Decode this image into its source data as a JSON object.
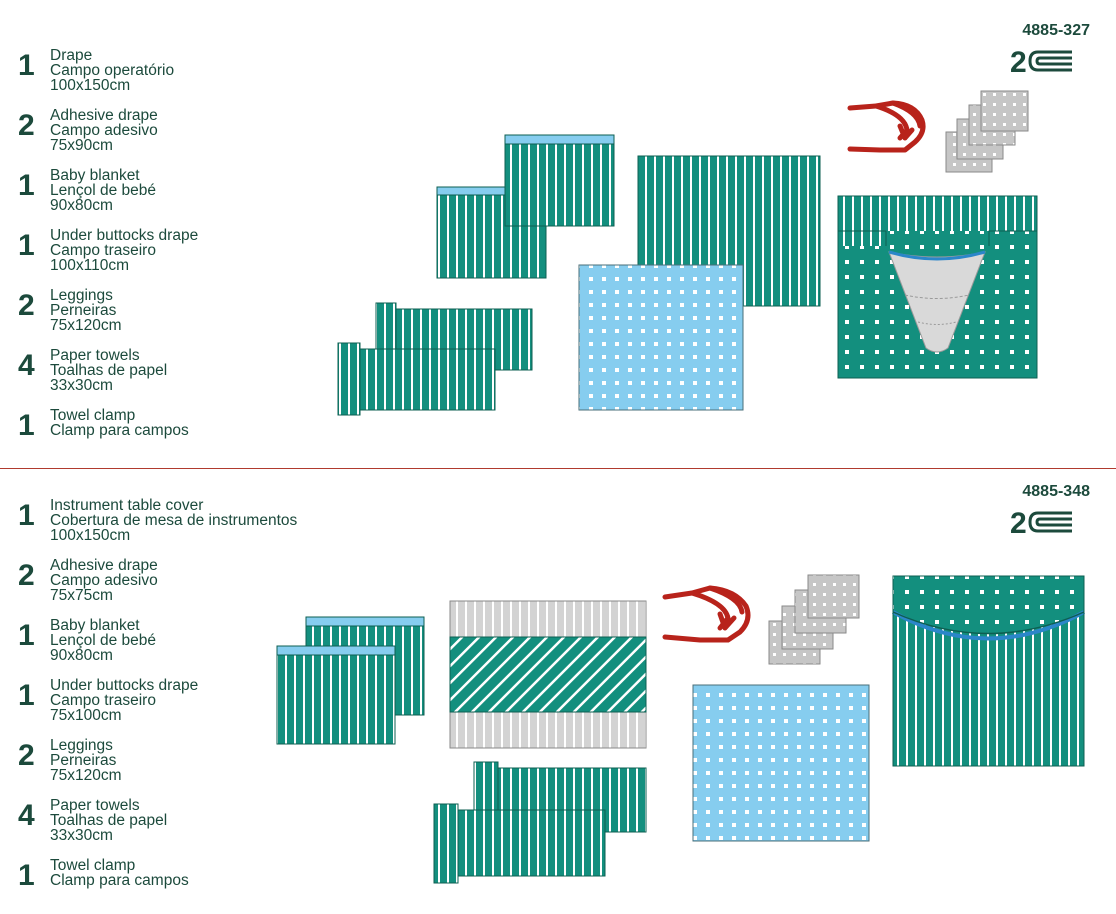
{
  "kit_a": {
    "code": "4885-327",
    "items": [
      {
        "qty": "1",
        "lines": [
          "Drape",
          "Campo operatório",
          "100x150cm"
        ]
      },
      {
        "qty": "2",
        "lines": [
          "Adhesive drape",
          "Campo adesivo",
          "75x90cm"
        ]
      },
      {
        "qty": "1",
        "lines": [
          "Baby blanket",
          "Lençol de bebé",
          "90x80cm"
        ]
      },
      {
        "qty": "1",
        "lines": [
          "Under buttocks drape",
          "Campo traseiro",
          "100x110cm"
        ]
      },
      {
        "qty": "2",
        "lines": [
          "Leggings",
          "Perneiras",
          "75x120cm"
        ]
      },
      {
        "qty": "4",
        "lines": [
          "Paper towels",
          "Toalhas de papel",
          "33x30cm"
        ]
      },
      {
        "qty": "1",
        "lines": [
          "Towel clamp",
          "Clamp para campos"
        ]
      }
    ]
  },
  "kit_b": {
    "code": "4885-348",
    "items": [
      {
        "qty": "1",
        "lines": [
          "Instrument table cover",
          "Cobertura de mesa de instrumentos",
          "100x150cm"
        ]
      },
      {
        "qty": "2",
        "lines": [
          "Adhesive drape",
          "Campo adesivo",
          "75x75cm"
        ]
      },
      {
        "qty": "1",
        "lines": [
          "Baby blanket",
          "Lençol de bebé",
          "90x80cm"
        ]
      },
      {
        "qty": "1",
        "lines": [
          "Under buttocks drape",
          "Campo traseiro",
          "75x100cm"
        ]
      },
      {
        "qty": "2",
        "lines": [
          "Leggings",
          "Perneiras",
          "75x120cm"
        ]
      },
      {
        "qty": "4",
        "lines": [
          "Paper towels",
          "Toalhas de papel",
          "33x30cm"
        ]
      },
      {
        "qty": "1",
        "lines": [
          "Towel clamp",
          "Clamp para campos"
        ]
      }
    ]
  },
  "symbols": {
    "reuse_digit": "2",
    "reuse_icon": "do-not-reuse-icon"
  },
  "colors": {
    "teal": "#138f7e",
    "light_blue": "#86cdef",
    "gray": "#cfcfcf",
    "clamp_red": "#b8231b",
    "text": "#1c4a3c",
    "divider": "#b03a2e"
  }
}
